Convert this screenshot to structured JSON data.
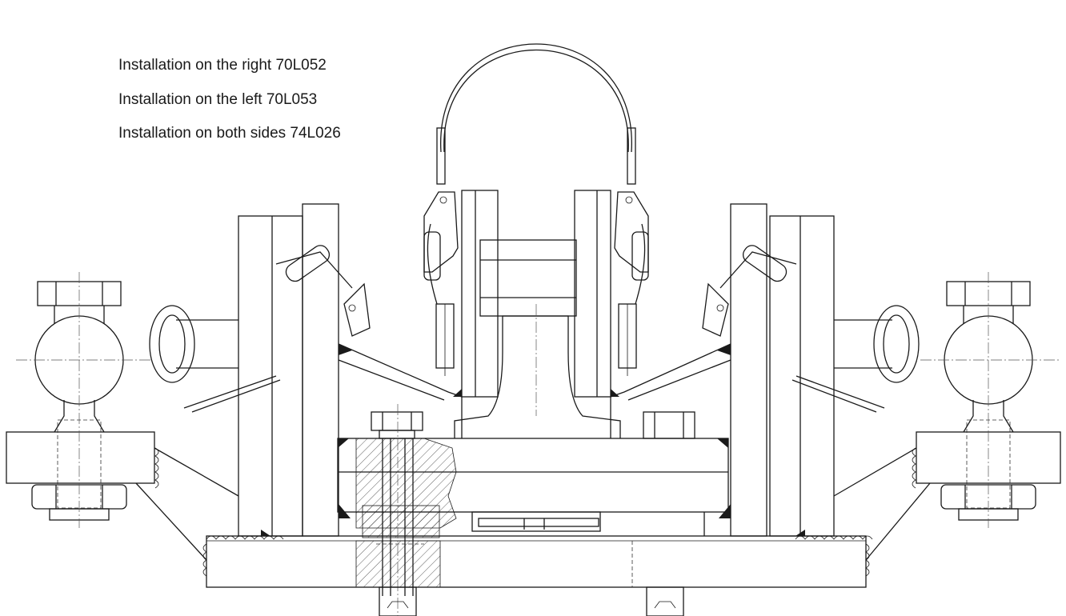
{
  "notes": {
    "right": "Installation on the right 70L052",
    "left": "Installation on the left 70L053",
    "both": "Installation on both sides 74L026"
  }
}
